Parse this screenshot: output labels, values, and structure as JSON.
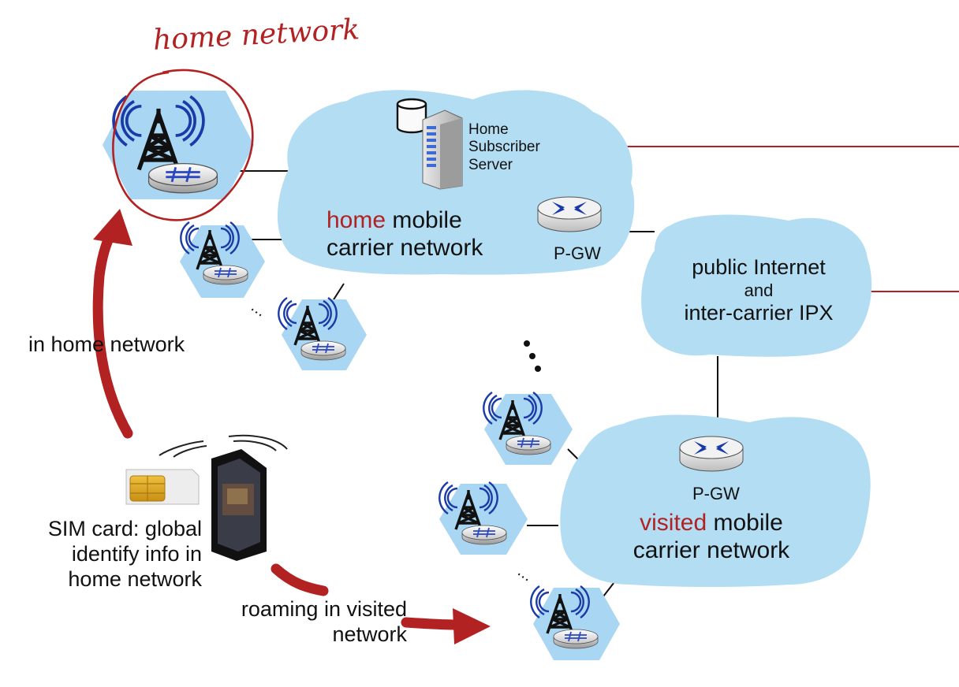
{
  "annotation": {
    "handwritten": "home network"
  },
  "hss_label": [
    "Home",
    "Subscriber",
    "Server"
  ],
  "home_network": {
    "highlight": "home",
    "rest_line1": " mobile",
    "line2": "carrier network"
  },
  "pgw_home": "P-GW",
  "internet": {
    "line1": "public Internet",
    "line2": "and",
    "line3": "inter-carrier IPX"
  },
  "visited_network": {
    "pgw": "P-GW",
    "highlight": "visited",
    "rest_line1": " mobile",
    "line2": "carrier network"
  },
  "in_home_label": "in home network",
  "sim_label": [
    "SIM card: global",
    "identify info in",
    "home network"
  ],
  "roaming_label": [
    "roaming in visited",
    "network"
  ],
  "ellipsis": "⋯",
  "colors": {
    "cloud": "#b3ddf2",
    "accent_red": "#b22222",
    "hex": "#a9d6f2",
    "signal": "#1a3aa8"
  },
  "icons": [
    "cell-tower-icon",
    "base-station-icon",
    "database-icon",
    "server-icon",
    "router-icon",
    "smartphone-icon",
    "sim-card-icon"
  ]
}
